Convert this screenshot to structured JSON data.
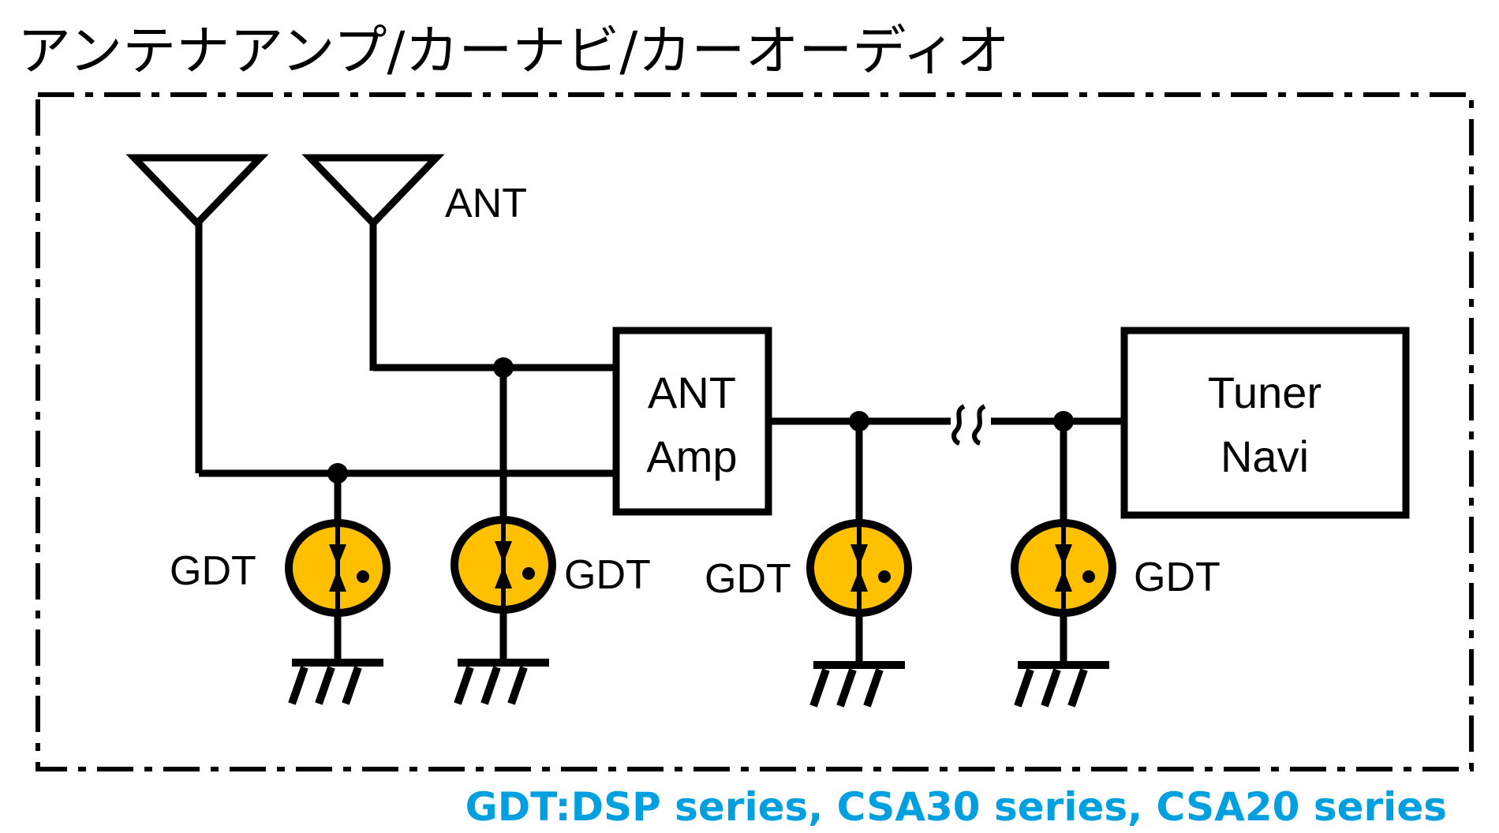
{
  "title": "アンテナアンプ/カーナビ/カーオーディオ",
  "antenna_label": "ANT",
  "amp_box": {
    "line1": "ANT",
    "line2": "Amp"
  },
  "tuner_box": {
    "line1": "Tuner",
    "line2": "Navi"
  },
  "gdt_labels": [
    "GDT",
    "GDT",
    "GDT",
    "GDT"
  ],
  "footer": "GDT:DSP series, CSA30 series, CSA20 series",
  "colors": {
    "gdt_fill": "#ffc000",
    "line": "#000000",
    "footer": "#00a0e0"
  }
}
